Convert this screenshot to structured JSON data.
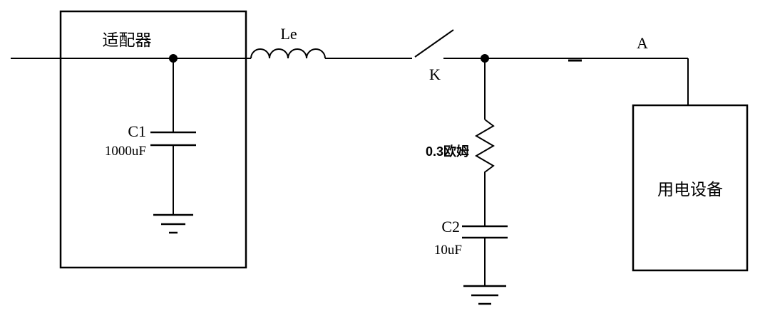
{
  "diagram": {
    "type": "circuit-schematic",
    "background_color": "#ffffff",
    "line_color": "#000000",
    "labels": {
      "adapter_box": "适配器",
      "capacitor1_name": "C1",
      "capacitor1_value": "1000uF",
      "inductor": "Le",
      "switch": "K",
      "resistor_value": "0.3欧姆",
      "capacitor2_name": "C2",
      "capacitor2_value": "10uF",
      "node_a": "A",
      "load_box": "用电设备"
    }
  }
}
